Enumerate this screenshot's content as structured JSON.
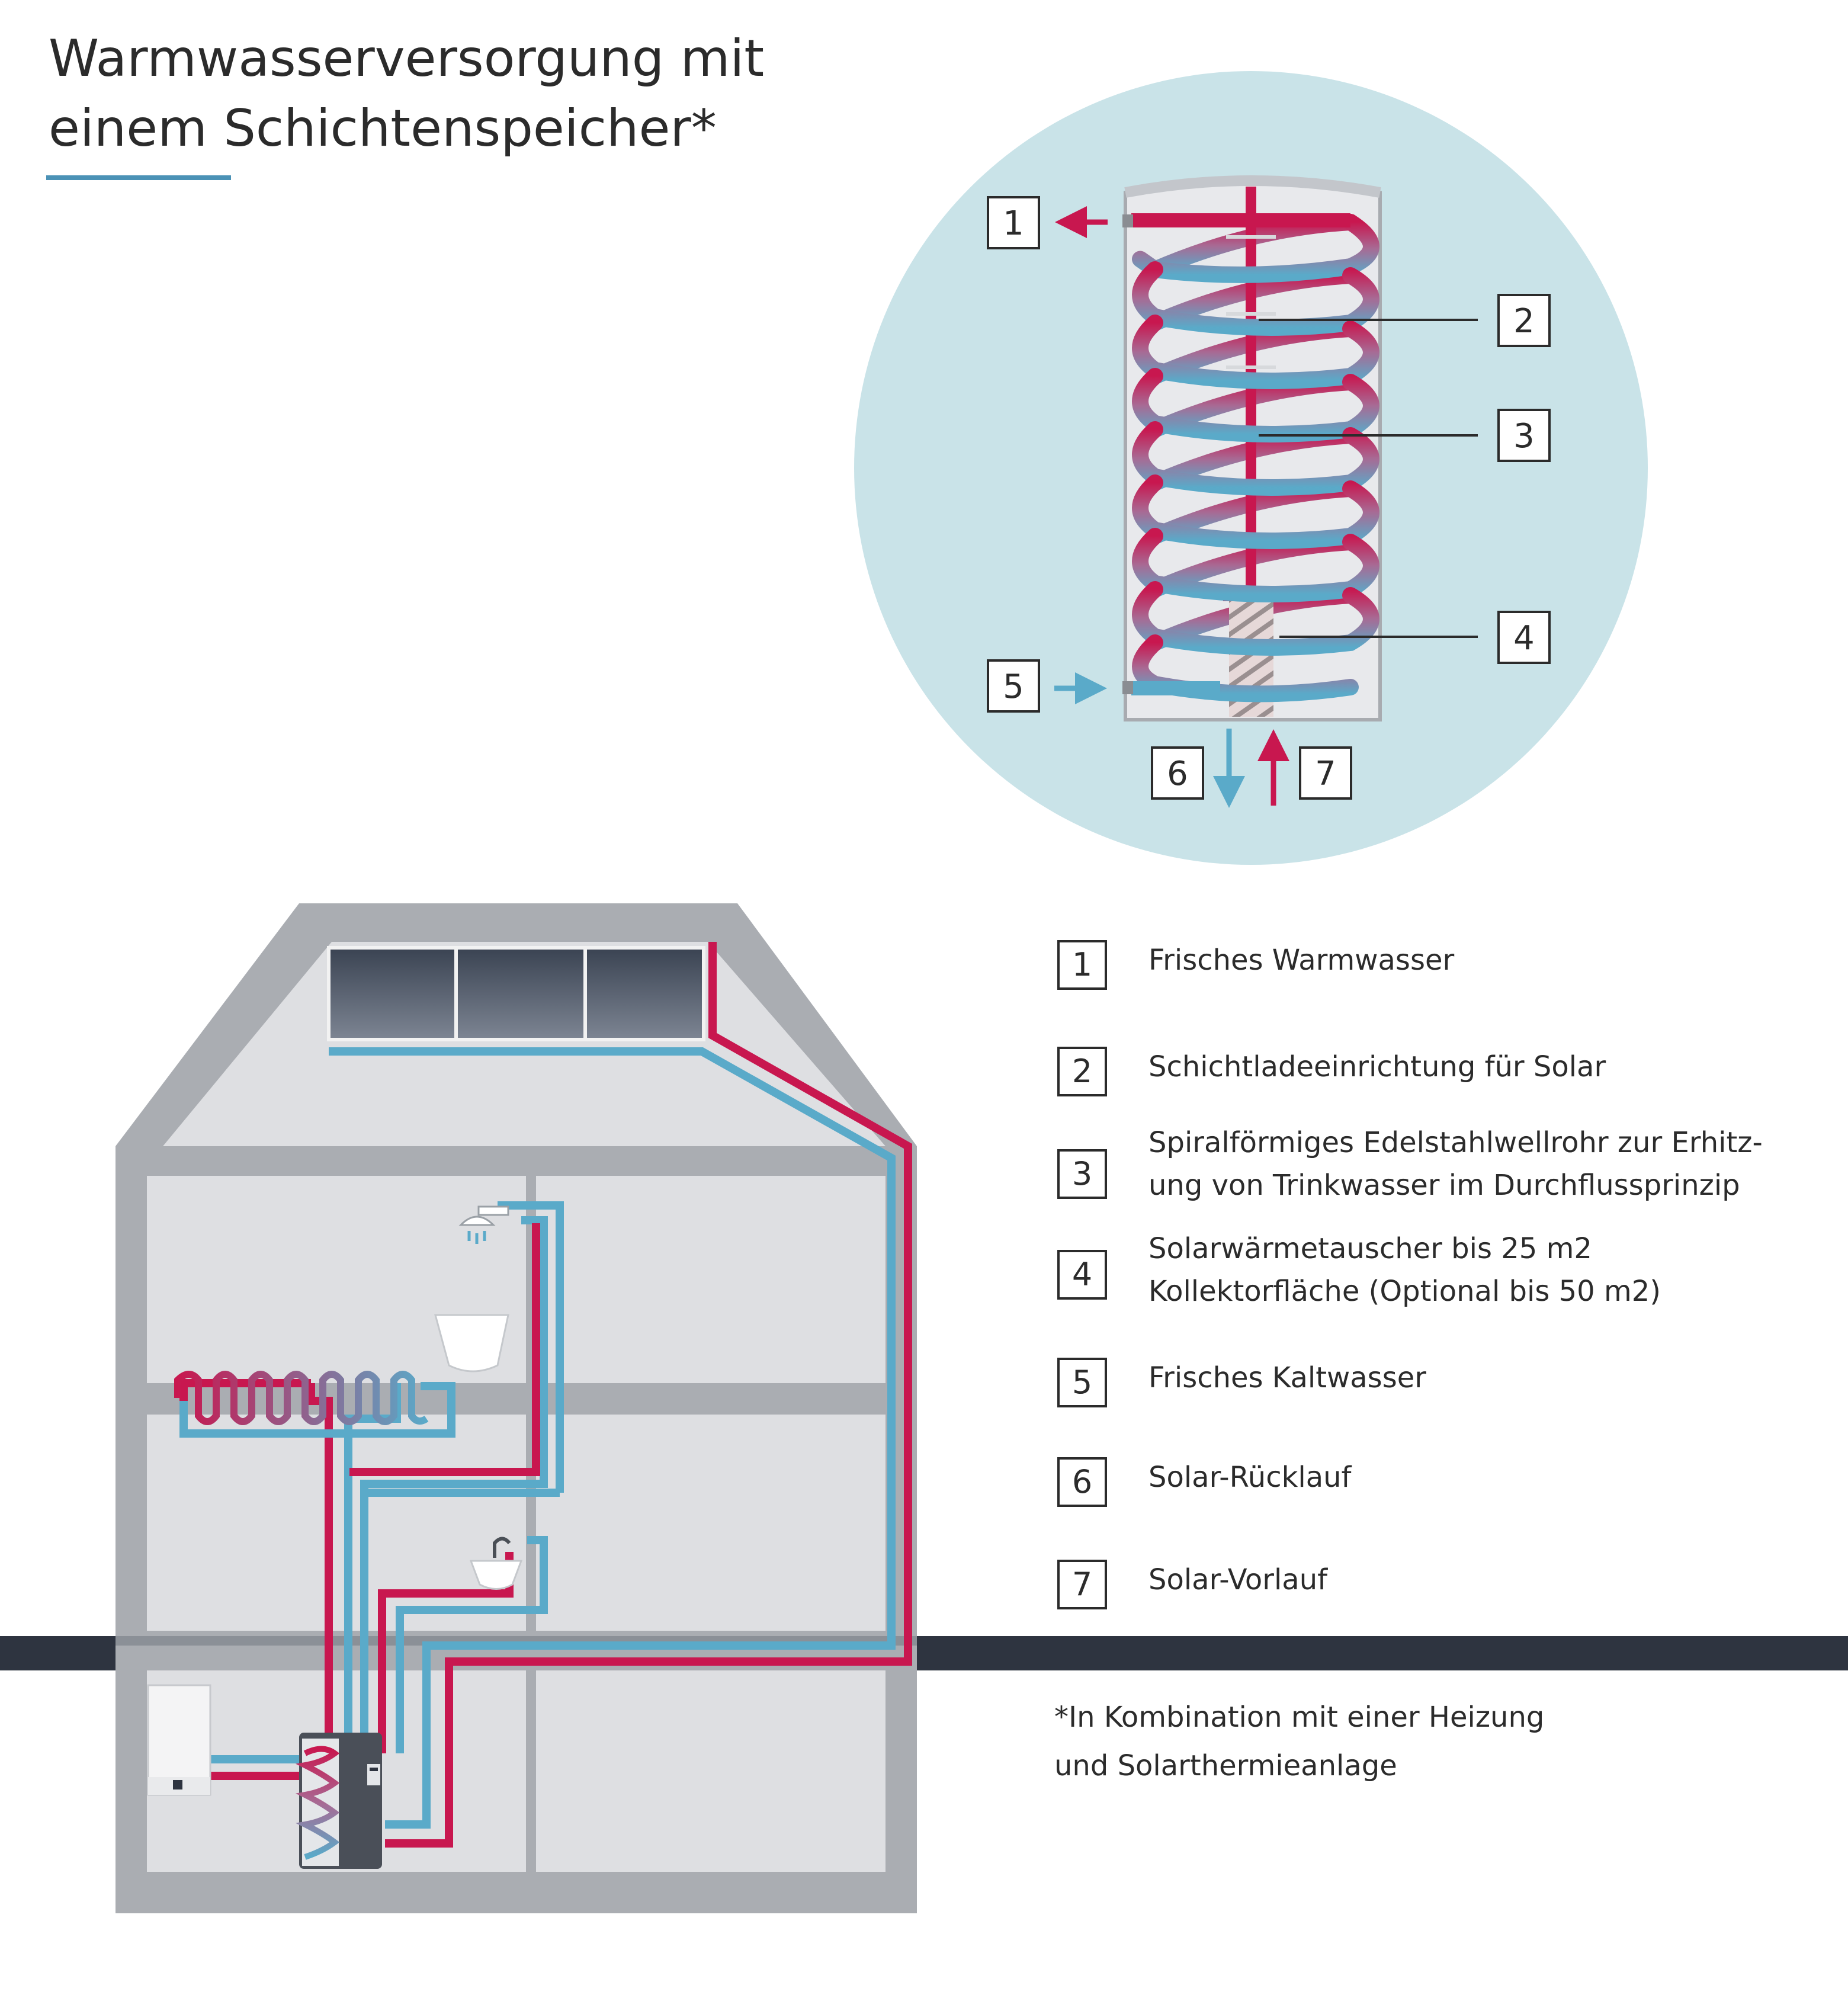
{
  "title": {
    "line1": "Warmwasserversorgung mit",
    "line2": "einem Schichtenspeicher*"
  },
  "callouts": [
    "1",
    "2",
    "3",
    "4",
    "5",
    "6",
    "7"
  ],
  "legend": [
    {
      "num": "1",
      "line1": "Frisches Warmwasser",
      "line2": ""
    },
    {
      "num": "2",
      "line1": "Schichtladeeinrichtung für Solar",
      "line2": ""
    },
    {
      "num": "3",
      "line1": "Spiralförmiges Edelstahlwellrohr zur Erhitz-",
      "line2": "ung von Trinkwasser im Durchflussprinzip"
    },
    {
      "num": "4",
      "line1": "Solarwärmetauscher bis 25 m2",
      "line2": "Kollektorfläche (Optional bis 50 m2)"
    },
    {
      "num": "5",
      "line1": "Frisches Kaltwasser",
      "line2": ""
    },
    {
      "num": "6",
      "line1": "Solar-Rücklauf",
      "line2": ""
    },
    {
      "num": "7",
      "line1": "Solar-Vorlauf",
      "line2": ""
    }
  ],
  "footnote": {
    "line1": "*In Kombination mit einer Heizung",
    "line2": "und Solarthermieanlage"
  },
  "colors": {
    "hot": "#c8174f",
    "cold": "#5aaac9",
    "accent": "#4b92b6",
    "circle": "#c9e3e8",
    "house": "#a9acb1",
    "ground": "#2e3440"
  },
  "icons": [
    "shower-icon",
    "washbasin-icon",
    "sink-icon",
    "boiler-icon",
    "storage-tank-icon",
    "solar-collector-icon"
  ]
}
